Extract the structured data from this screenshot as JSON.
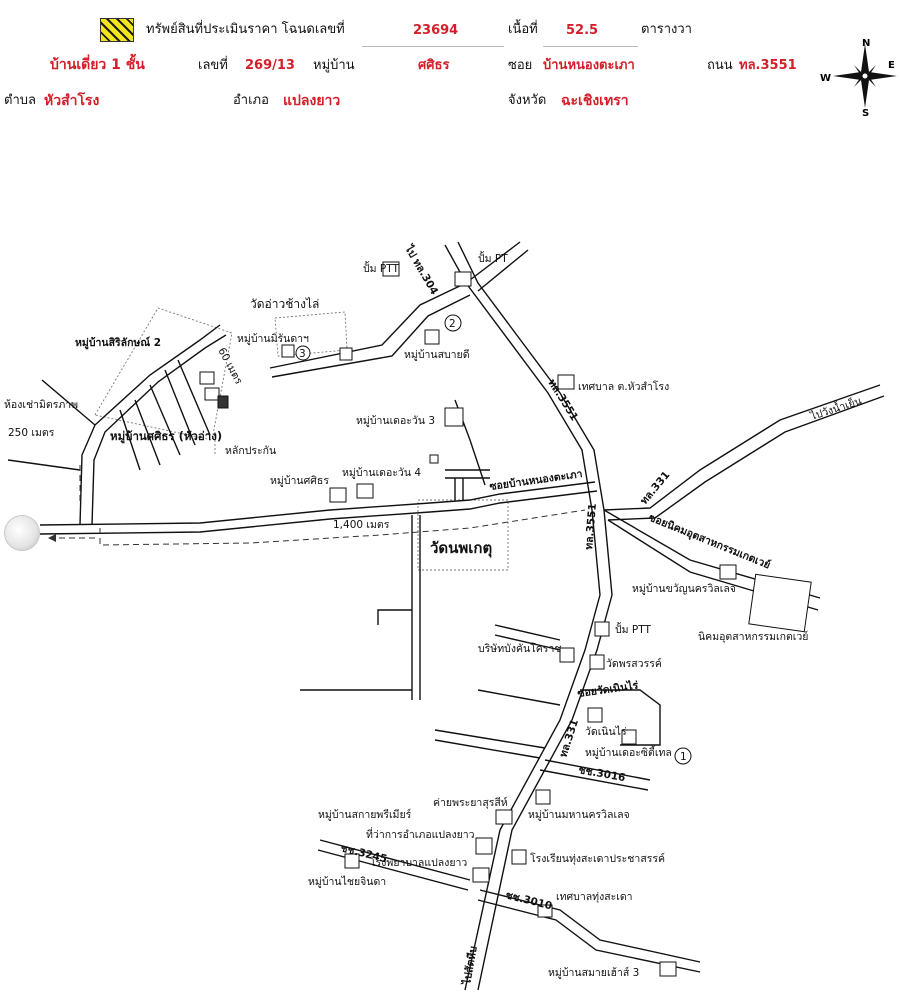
{
  "header": {
    "asset_label": "ทรัพย์สินที่ประเมินราคา โฉนดเลขที่",
    "deed_no": "23694",
    "area_label": "เนื้อที่",
    "area_value": "52.5",
    "area_unit": "ตารางวา",
    "building_type": "บ้านเดี่ยว 1 ชั้น",
    "house_no_label": "เลขที่",
    "house_no": "269/13",
    "village_label": "หมู่บ้าน",
    "village": "ศศิธร",
    "soi_label": "ซอย",
    "soi": "บ้านหนองตะเภา",
    "road_label": "ถนน",
    "road": "ทล.3551",
    "tambon_label": "ตำบล",
    "tambon": "หัวสำโรง",
    "amphoe_label": "อำเภอ",
    "amphoe": "แปลงยาว",
    "province_label": "จังหวัด",
    "province": "ฉะเชิงเทรา"
  },
  "colors": {
    "accent_text": "#d41f2b",
    "swatch_yellow": "#f3e51c",
    "swatch_black": "#1b1b1b"
  },
  "compass": {
    "n": "N",
    "e": "E",
    "s": "S",
    "w": "W"
  },
  "map": {
    "road_labels": {
      "to_304": "ไป ทล.304",
      "hwy_3551_a": "ทล.3551",
      "hwy_3551_b": "ทล.3551",
      "hwy_331_a": "ทล.331",
      "hwy_331_b": "ทล.331",
      "to_wangnamyen": "ไปวังน้ำเย็น",
      "industrial_soi": "ซอยนิคมอุตสาหกรรมเกตเวย์",
      "soi_nongtaphao": "ซอยบ้านหนองตะเภา",
      "soi_wat_noen": "ซอยวัดเนินไร่",
      "rd_3016": "ชช.3016",
      "rd_3010": "ชช.3010",
      "rd_3245": "ชช.3245",
      "to_sattahip": "ไปสัตหีบ"
    },
    "distances": {
      "d60": "60 เมตร",
      "d250": "250 เมตร",
      "d1400": "1,400 เมตร"
    },
    "markers": {
      "m1": "1",
      "m2": "2",
      "m3": "3"
    },
    "places": {
      "ptt_1": "ปั้ม PTT",
      "pump_pt": "ปั้ม PT",
      "wat_aochangrai": "วัดอ่าวช้างไล่",
      "v_mirandas": "หมู่บ้านมิรันดาฯ",
      "v_sirilak2": "หมู่บ้านสิริลักษณ์ 2",
      "v_sabaidee": "หมู่บ้านสบายดี",
      "muni_huasamrong": "เทศบาล ต.หัวสำโรง",
      "lab": "ห้องเช่ามิตรภาพ",
      "v_sasithorn_subject": "หมู่บ้านศศิธร (หัวอ่าง)",
      "v_thevarin3": "หมู่บ้านเดอะวัน 3",
      "landmark": "หลักประกัน",
      "v_sasithorn": "หมู่บ้านศศิธร",
      "v_thevarin4": "หมู่บ้านเดอะวัน 4",
      "wat_phaket": "วัดนพเกตุ",
      "v_khwanchai": "หมู่บ้านขวัญนครวิลเลจ",
      "industrial_estate": "นิคมอุตสาหกรรมเกตเวย์",
      "ptt_2": "ปั้ม PTT",
      "company": "บริษัทบังคันโคราช",
      "wat_phon": "วัดพรสวรรค์",
      "wat_noen": "วัดเนินไร่",
      "v_the_city": "หมู่บ้านเดอะซิตี้เทล",
      "camp": "ค่ายพระยาสุรสีห์",
      "v_mahanakorn": "หมู่บ้านมหานครวิลเลจ",
      "v_sakai": "หมู่บ้านสกายพรีเมียร์",
      "district_office": "ที่ว่าการอำเภอแปลงยาว",
      "hospital": "โรงพยาบาลแปลงยาว",
      "school": "โรงเรียนทุ่งสะเดาประชาสรรค์",
      "v_chaicharoen": "หมู่บ้านไชยจินดา",
      "muni_thungsadao": "เทศบาลทุ่งสะเดา",
      "v_samai3": "หมู่บ้านสมายเฮ้าส์ 3"
    }
  }
}
